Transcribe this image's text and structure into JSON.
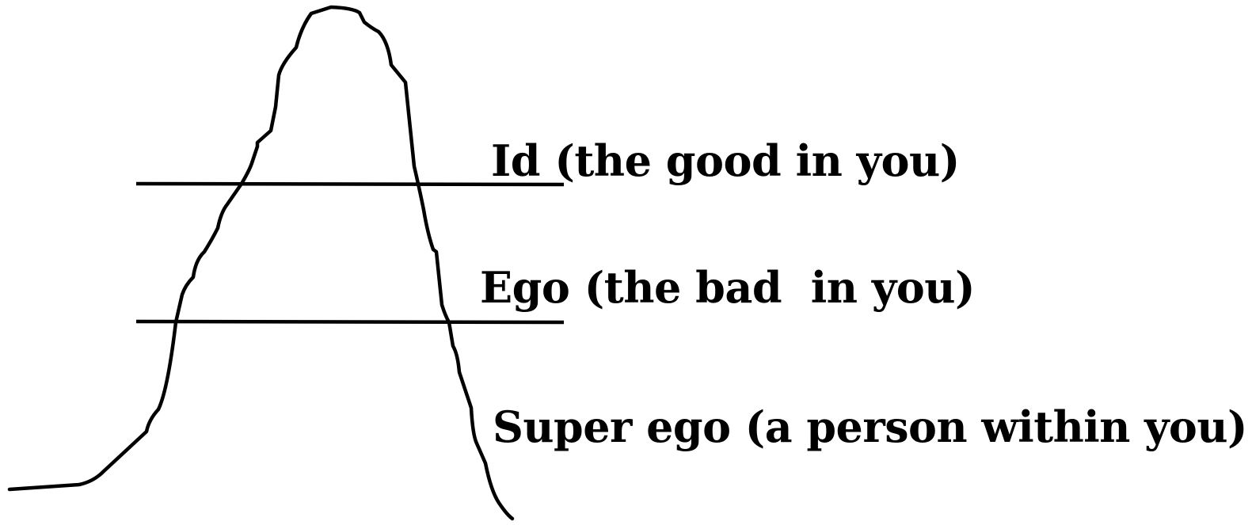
{
  "diagram": {
    "labels": {
      "id": "Id (the good in you)",
      "ego": "Ego (the bad  in you)",
      "super_ego": "Super ego (a person within you)"
    },
    "colors": {
      "ink": "#000000",
      "background": "#ffffff"
    }
  }
}
